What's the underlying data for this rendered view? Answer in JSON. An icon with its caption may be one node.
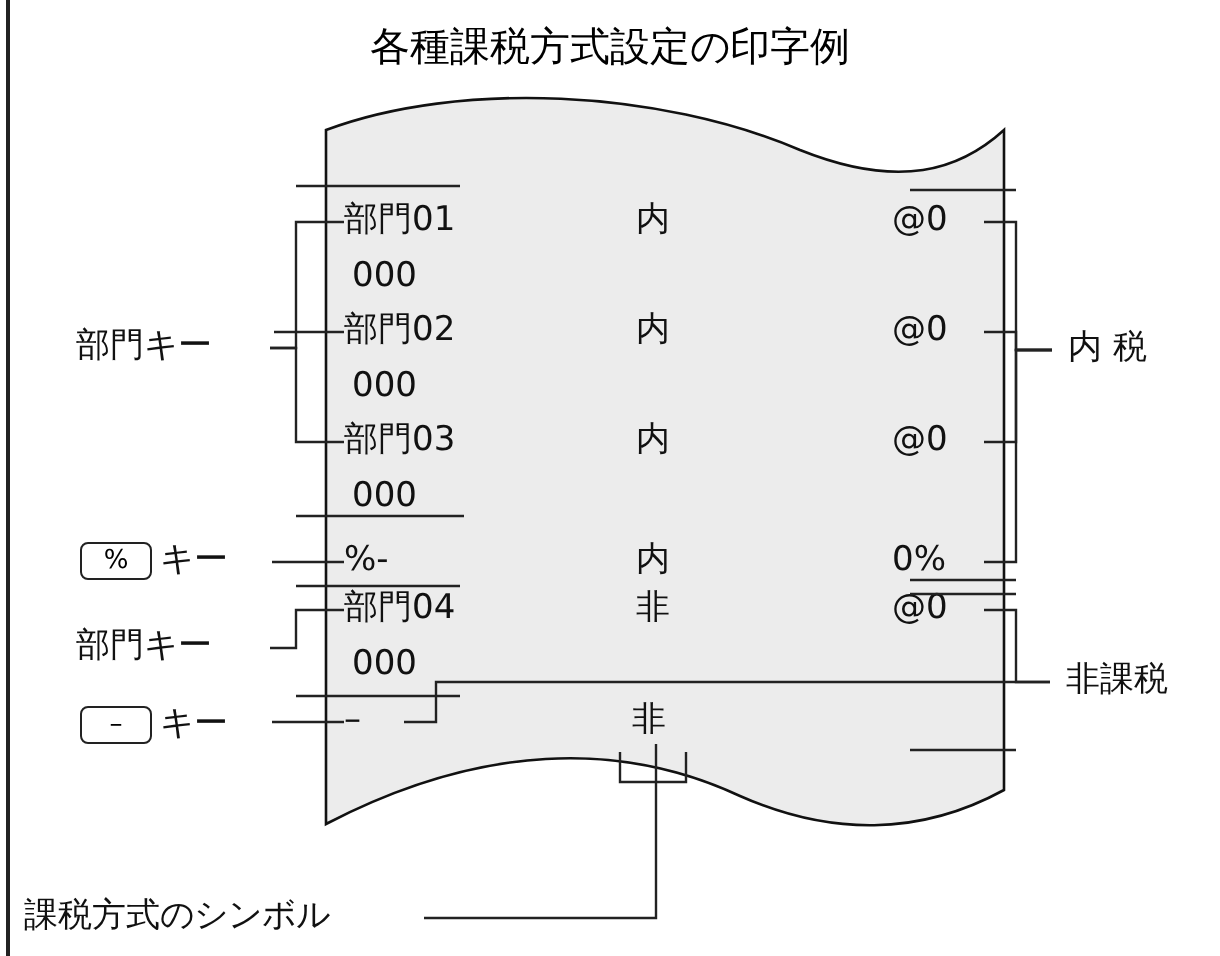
{
  "diagram": {
    "title": "各種課税方式設定の印字例",
    "nodes": [
      {
        "text": [],
        "shape": "box"
      },
      {
        "text": [
          "部門01",
          "内",
          "@0",
          "000"
        ],
        "in": 0
      },
      {
        "text": [
          "部門02",
          "内",
          "@0",
          "000"
        ],
        "in": 0
      },
      {
        "text": [
          "部門03",
          "内",
          "@0",
          "000"
        ],
        "in": 0
      },
      {
        "text": [
          "%-",
          "内",
          "0%"
        ],
        "in": 0
      },
      {
        "text": [
          "部門04",
          "非",
          "@0",
          "000"
        ],
        "in": 0
      },
      {
        "text": [
          "–"
        ],
        "in": 0
      },
      {
        "text": [
          "非"
        ],
        "in": 0
      },
      {
        "text": [
          "部門キー"
        ]
      },
      {
        "text": [
          "%",
          "キー"
        ]
      },
      {
        "text": [
          "部門キー"
        ]
      },
      {
        "text": [
          "–",
          "キー"
        ]
      },
      {
        "text": [
          "内 税"
        ]
      },
      {
        "text": [
          "非課税"
        ]
      },
      {
        "text": [
          "課税方式のシンボル"
        ]
      }
    ],
    "edges": [
      {
        "from": 8,
        "to": 1,
        "arrow": "none"
      },
      {
        "from": 8,
        "to": 2,
        "arrow": "none"
      },
      {
        "from": 8,
        "to": 3,
        "arrow": "none"
      },
      {
        "from": 9,
        "to": 4,
        "arrow": "none"
      },
      {
        "from": 10,
        "to": 5,
        "arrow": "none"
      },
      {
        "from": 11,
        "to": 6,
        "arrow": "none"
      },
      {
        "from": 12,
        "to": 1,
        "arrow": "none"
      },
      {
        "from": 12,
        "to": 2,
        "arrow": "none"
      },
      {
        "from": 12,
        "to": 3,
        "arrow": "none"
      },
      {
        "from": 12,
        "to": 4,
        "arrow": "none"
      },
      {
        "from": 13,
        "to": 5,
        "arrow": "none"
      },
      {
        "from": 13,
        "to": 6,
        "arrow": "none"
      },
      {
        "from": 14,
        "to": 7,
        "arrow": "none"
      }
    ]
  }
}
